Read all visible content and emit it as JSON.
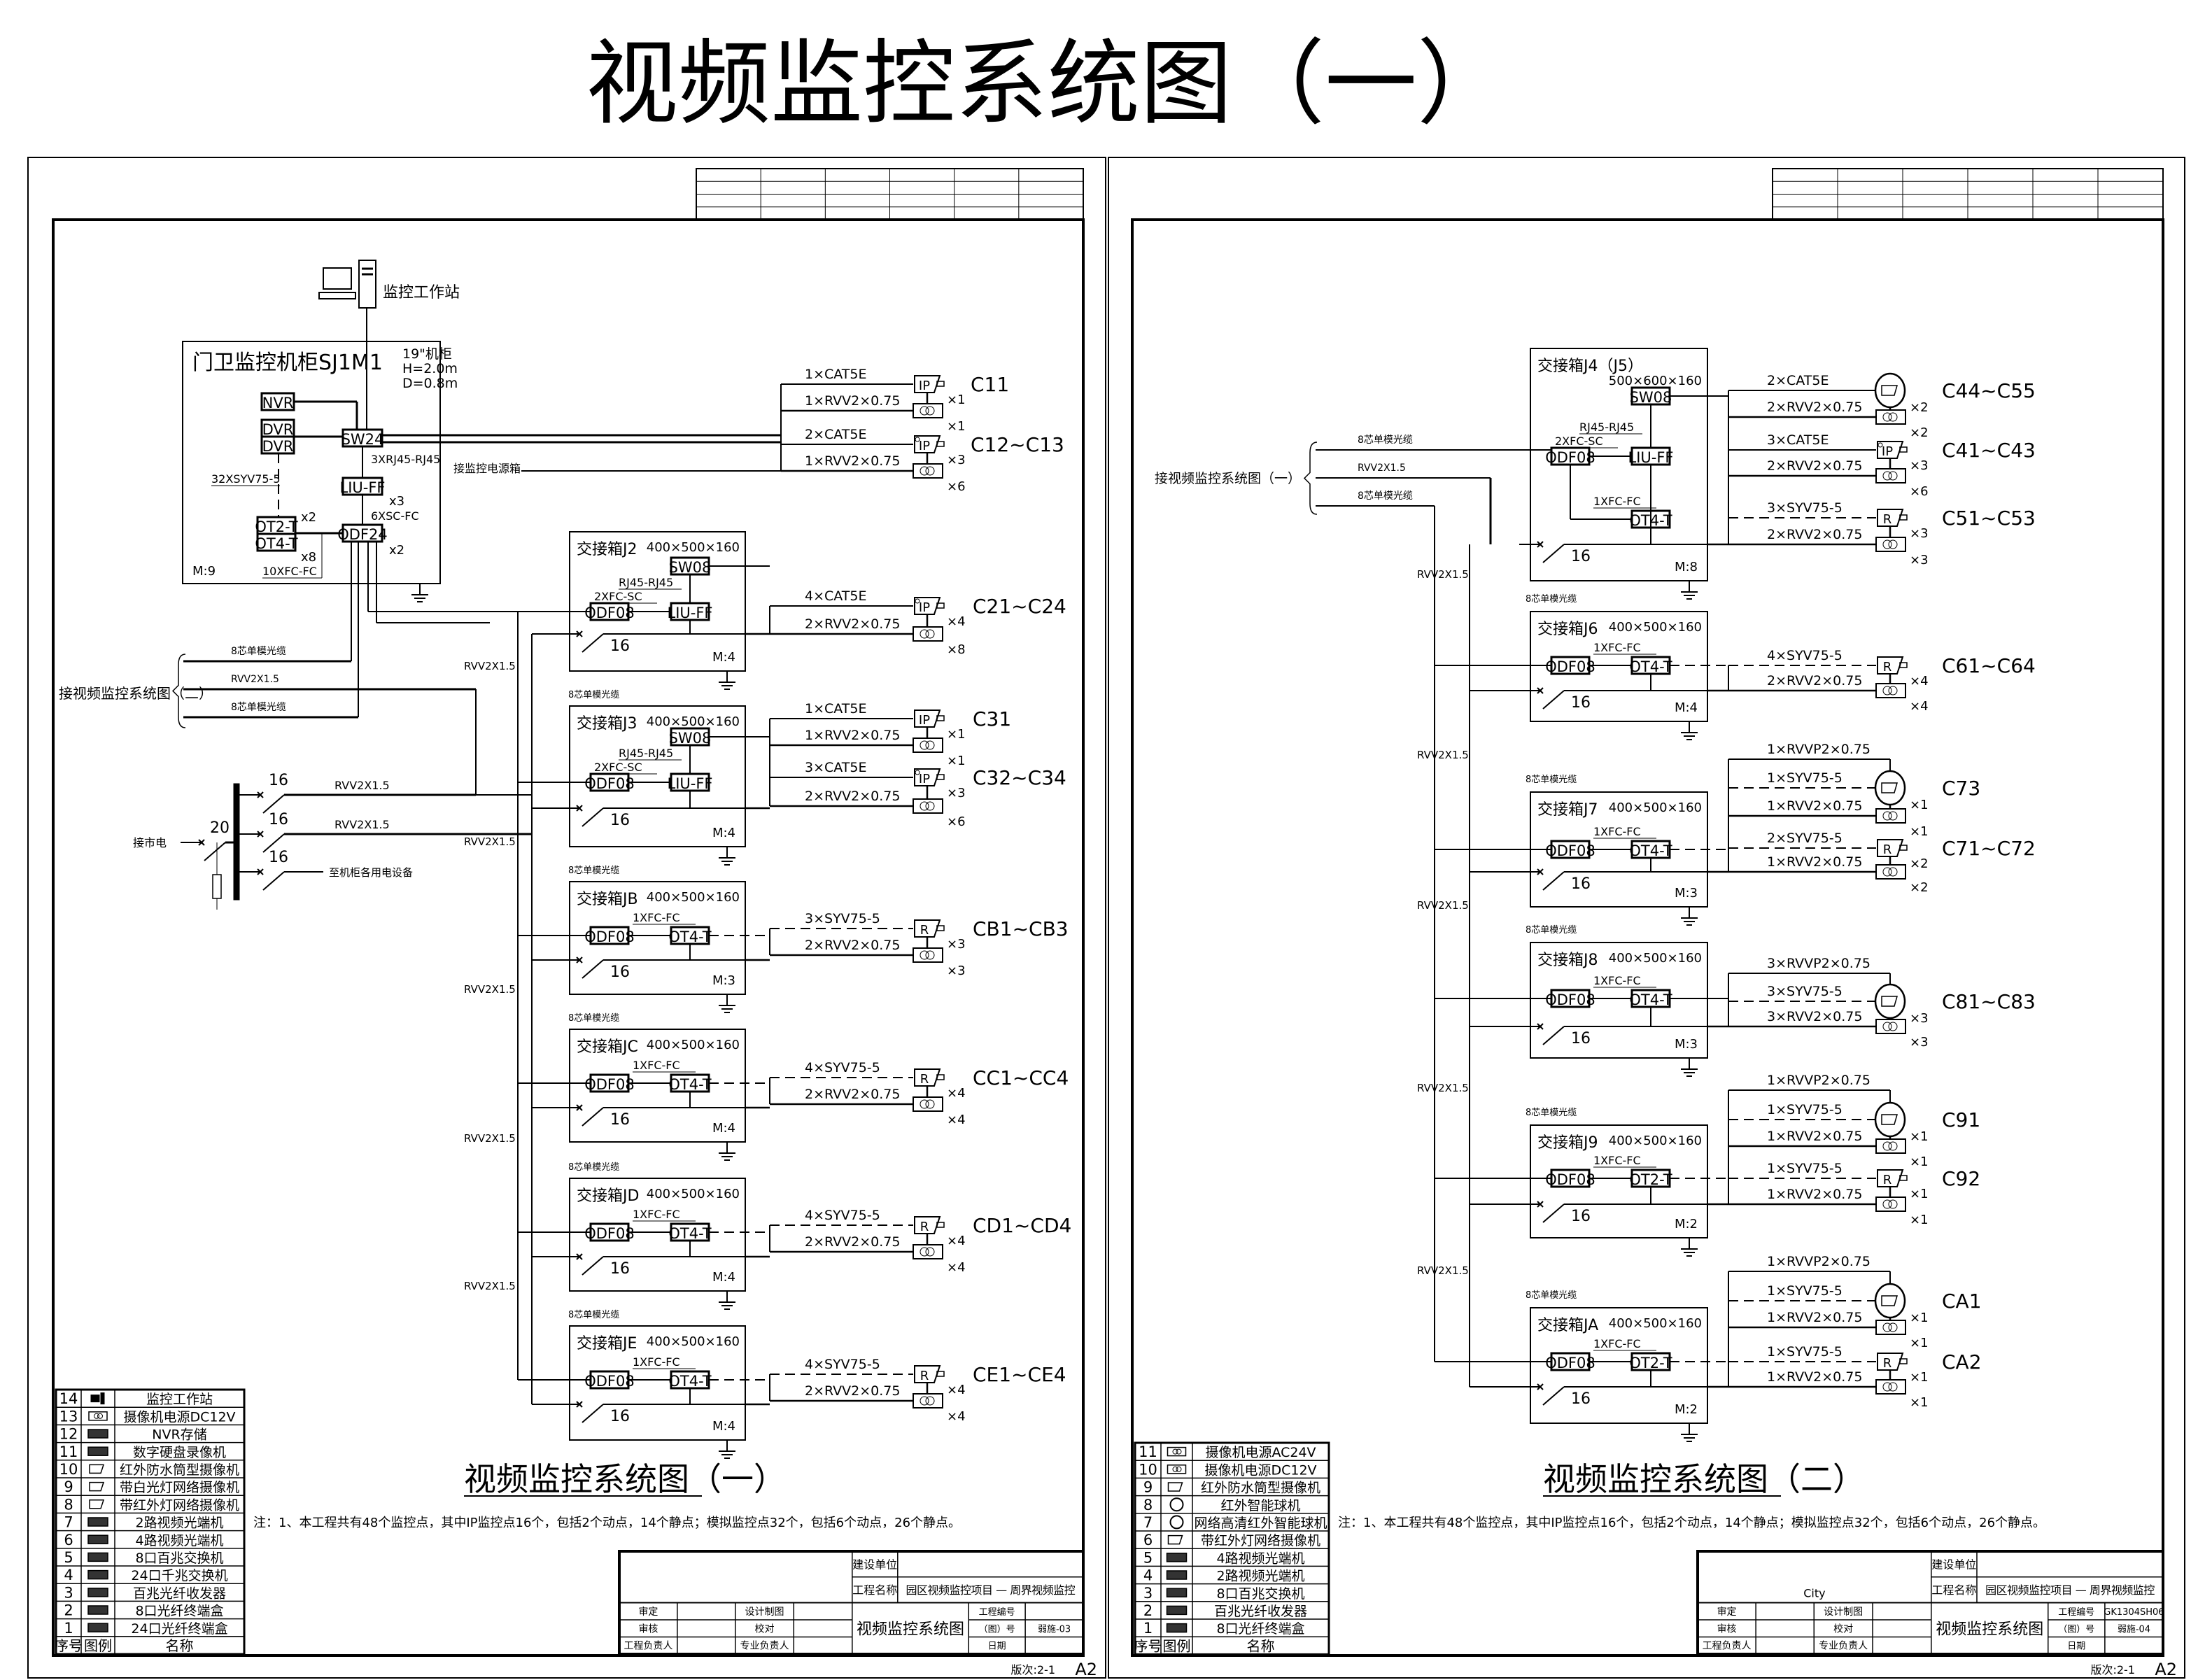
{
  "page_title": "视频监控系统图（一）",
  "colors": {
    "ink": "#000000",
    "paper": "#ffffff"
  },
  "symbols": {
    "ip": "IP",
    "r": "R"
  },
  "sheet1": {
    "workstation_label": "监控工作站",
    "cabinet": {
      "title": "门卫监控机柜SJ1M1",
      "spec": [
        "19\"机柜",
        "H=2.0m",
        "D=0.8m"
      ],
      "modules": {
        "nvr": "NVR",
        "dvr1": "DVR",
        "dvr2": "DVR",
        "sw": "SW24",
        "liu": "LIU-FF",
        "odf": "ODF24",
        "ot2": "OT2-T",
        "ot4": "OT4-T"
      },
      "notes": {
        "rj": "3XRJ45-RJ45",
        "liu_count": "x3",
        "sc": "6XSC-FC",
        "odf_count": "x2",
        "syv": "32XSYV75-5",
        "ot2_count": "x2",
        "ot4_count": "x8",
        "fc": "10XFC-FC",
        "m": "M:9"
      },
      "power_source": "接监控电源箱",
      "rows": [
        {
          "cable": "1×CAT5E",
          "kind": "ip",
          "count": "×1",
          "group": "C11"
        },
        {
          "cable": "1×RVV2×0.75",
          "kind": "power",
          "count": "×1"
        },
        {
          "cable": "2×CAT5E",
          "kind": "ip-ir",
          "count": "×3",
          "group": "C12~C13"
        },
        {
          "cable": "1×RVV2×0.75",
          "kind": "power",
          "count": "×6"
        }
      ]
    },
    "link": {
      "label": "接视频监控系统图（二）",
      "lines": [
        "8芯单模光缆",
        "RVV2X1.5",
        "8芯单模光缆"
      ]
    },
    "power_panel": {
      "mains": "接市电",
      "main_breaker": "20",
      "breakers": [
        "16",
        "16",
        "16"
      ],
      "feeders": [
        "RVV2X1.5",
        "RVV2X1.5",
        "至机柜各用电设备"
      ]
    },
    "trunk_labels": {
      "fiber": "8芯单模光缆",
      "power": "RVV2X1.5"
    },
    "boxes": [
      {
        "title": "交接箱J2",
        "size": "400×500×160",
        "modules": [
          "SW08",
          "ODF08",
          "LIU-FF"
        ],
        "annotations": [
          "RJ45-RJ45",
          "2XFC-SC"
        ],
        "breaker": "16",
        "m": "M:4",
        "rows": [
          {
            "cable": "4×CAT5E",
            "kind": "ip-ir",
            "count": "×4",
            "group": "C21~C24"
          },
          {
            "cable": "2×RVV2×0.75",
            "kind": "power",
            "count": "×8"
          }
        ]
      },
      {
        "title": "交接箱J3",
        "size": "400×500×160",
        "modules": [
          "SW08",
          "ODF08",
          "LIU-FF"
        ],
        "annotations": [
          "RJ45-RJ45",
          "2XFC-SC"
        ],
        "breaker": "16",
        "m": "M:4",
        "rows": [
          {
            "cable": "1×CAT5E",
            "kind": "ip",
            "count": "×1",
            "group": "C31"
          },
          {
            "cable": "1×RVV2×0.75",
            "kind": "power",
            "count": "×1"
          },
          {
            "cable": "3×CAT5E",
            "kind": "ip-ir",
            "count": "×3",
            "group": "C32~C34"
          },
          {
            "cable": "2×RVV2×0.75",
            "kind": "power",
            "count": "×6"
          }
        ]
      },
      {
        "title": "交接箱JB",
        "size": "400×500×160",
        "modules": [
          "ODF08",
          "OT4-T"
        ],
        "annotations": [
          "1XFC-FC"
        ],
        "breaker": "16",
        "m": "M:3",
        "rows": [
          {
            "cable": "3×SYV75-5",
            "kind": "r",
            "dashed": true,
            "count": "×3",
            "group": "CB1~CB3"
          },
          {
            "cable": "2×RVV2×0.75",
            "kind": "power",
            "count": "×3"
          }
        ]
      },
      {
        "title": "交接箱JC",
        "size": "400×500×160",
        "modules": [
          "ODF08",
          "OT4-T"
        ],
        "annotations": [
          "1XFC-FC"
        ],
        "breaker": "16",
        "m": "M:4",
        "rows": [
          {
            "cable": "4×SYV75-5",
            "kind": "r",
            "dashed": true,
            "count": "×4",
            "group": "CC1~CC4"
          },
          {
            "cable": "2×RVV2×0.75",
            "kind": "power",
            "count": "×4"
          }
        ]
      },
      {
        "title": "交接箱JD",
        "size": "400×500×160",
        "modules": [
          "ODF08",
          "OT4-T"
        ],
        "annotations": [
          "1XFC-FC"
        ],
        "breaker": "16",
        "m": "M:4",
        "rows": [
          {
            "cable": "4×SYV75-5",
            "kind": "r",
            "dashed": true,
            "count": "×4",
            "group": "CD1~CD4"
          },
          {
            "cable": "2×RVV2×0.75",
            "kind": "power",
            "count": "×4"
          }
        ]
      },
      {
        "title": "交接箱JE",
        "size": "400×500×160",
        "modules": [
          "ODF08",
          "OT4-T"
        ],
        "annotations": [
          "1XFC-FC"
        ],
        "breaker": "16",
        "m": "M:4",
        "rows": [
          {
            "cable": "4×SYV75-5",
            "kind": "r",
            "dashed": true,
            "count": "×4",
            "group": "CE1~CE4"
          },
          {
            "cable": "2×RVV2×0.75",
            "kind": "power",
            "count": "×4"
          }
        ]
      }
    ],
    "legend": {
      "headers": [
        "序号",
        "图例",
        "名称"
      ],
      "rows": [
        {
          "no": "14",
          "icon": "workstation-icon",
          "name": "监控工作站"
        },
        {
          "no": "13",
          "icon": "power-supply-icon",
          "name": "摄像机电源DC12V"
        },
        {
          "no": "12",
          "icon": "nvr-icon",
          "name": "NVR存储"
        },
        {
          "no": "11",
          "icon": "dvr-icon",
          "name": "数字硬盘录像机"
        },
        {
          "no": "10",
          "icon": "ir-bullet-camera-icon",
          "name": "红外防水筒型摄像机"
        },
        {
          "no": "9",
          "icon": "ip-camera-white-light-icon",
          "name": "带白光灯网络摄像机"
        },
        {
          "no": "8",
          "icon": "ip-camera-ir-icon",
          "name": "带红外灯网络摄像机"
        },
        {
          "no": "7",
          "icon": "ot2-t-icon",
          "name": "2路视频光端机"
        },
        {
          "no": "6",
          "icon": "ot4-t-icon",
          "name": "4路视频光端机"
        },
        {
          "no": "5",
          "icon": "sw08-icon",
          "name": "8口百兆交换机"
        },
        {
          "no": "4",
          "icon": "sw24-icon",
          "name": "24口千兆交换机"
        },
        {
          "no": "3",
          "icon": "liu-ff-icon",
          "name": "百兆光纤收发器"
        },
        {
          "no": "2",
          "icon": "odf08-icon",
          "name": "8口光纤终端盒"
        },
        {
          "no": "1",
          "icon": "odf24-icon",
          "name": "24口光纤终端盒"
        }
      ]
    },
    "sheet_title": "视频监控系统图（一）",
    "note": "注：1、本工程共有48个监控点，其中IP监控点16个，包括2个动点，14个静点；模拟监控点32个，包括6个动点，26个静点。",
    "title_block": {
      "owner_label": "建设单位",
      "owner": "",
      "project_label": "工程名称",
      "project": "园区视频监控项目 — 周界视频监控",
      "approve": "审定",
      "design": "设计制图",
      "review": "审核",
      "check": "校对",
      "pm": "工程负责人",
      "lead": "专业负责人",
      "drawing_name": "视频监控系统图",
      "project_no_label": "工程编号",
      "project_no": "",
      "drawing_no_label": "（图）号",
      "drawing_no": "弱施-03",
      "date_label": "日期",
      "company": ""
    },
    "version": "版次:2-1",
    "paper": "A2"
  },
  "sheet2": {
    "link": {
      "label": "接视频监控系统图（一）",
      "lines": [
        "8芯单模光缆",
        "RVV2X1.5",
        "8芯单模光缆"
      ]
    },
    "trunk_labels": {
      "fiber": "8芯单模光缆",
      "power": "RVV2X1.5"
    },
    "boxes": [
      {
        "title": "交接箱J4（J5）",
        "size": "500×600×160",
        "modules": [
          "SW08",
          "ODF08",
          "LIU-FF",
          "OT4-T"
        ],
        "annotations": [
          "RJ45-RJ45",
          "2XFC-SC",
          "1XFC-FC"
        ],
        "breaker": "16",
        "m": "M:8",
        "rows": [
          {
            "cable": "2×CAT5E",
            "kind": "dome",
            "count": "×2",
            "group": "C44~C55"
          },
          {
            "cable": "2×RVV2×0.75",
            "kind": "power",
            "count": "×2"
          },
          {
            "cable": "3×CAT5E",
            "kind": "ip-ir",
            "count": "×3",
            "group": "C41~C43"
          },
          {
            "cable": "2×RVV2×0.75",
            "kind": "power",
            "count": "×6"
          },
          {
            "cable": "3×SYV75-5",
            "kind": "r",
            "dashed": true,
            "count": "×3",
            "group": "C51~C53"
          },
          {
            "cable": "2×RVV2×0.75",
            "kind": "power",
            "count": "×3"
          }
        ]
      },
      {
        "title": "交接箱J6",
        "size": "400×500×160",
        "modules": [
          "ODF08",
          "OT4-T"
        ],
        "annotations": [
          "1XFC-FC"
        ],
        "breaker": "16",
        "m": "M:4",
        "rows": [
          {
            "cable": "4×SYV75-5",
            "kind": "r",
            "dashed": true,
            "count": "×4",
            "group": "C61~C64"
          },
          {
            "cable": "2×RVV2×0.75",
            "kind": "power",
            "count": "×4"
          }
        ]
      },
      {
        "title": "交接箱J7",
        "size": "400×500×160",
        "modules": [
          "ODF08",
          "OT4-T"
        ],
        "annotations": [
          "1XFC-FC"
        ],
        "breaker": "16",
        "m": "M:3",
        "rows": [
          {
            "cable": "1×RVVP2×0.75",
            "kind": "feed"
          },
          {
            "cable": "1×SYV75-5",
            "kind": "dome",
            "dashed": true,
            "count": "×1",
            "group": "C73"
          },
          {
            "cable": "1×RVV2×0.75",
            "kind": "power",
            "count": "×1"
          },
          {
            "cable": "2×SYV75-5",
            "kind": "r",
            "dashed": true,
            "count": "×2",
            "group": "C71~C72"
          },
          {
            "cable": "1×RVV2×0.75",
            "kind": "power",
            "count": "×2"
          }
        ]
      },
      {
        "title": "交接箱J8",
        "size": "400×500×160",
        "modules": [
          "ODF08",
          "OT4-T"
        ],
        "annotations": [
          "1XFC-FC"
        ],
        "breaker": "16",
        "m": "M:3",
        "rows": [
          {
            "cable": "3×RVVP2×0.75",
            "kind": "feed"
          },
          {
            "cable": "3×SYV75-5",
            "kind": "dome",
            "dashed": true,
            "count": "×3",
            "group": "C81~C83"
          },
          {
            "cable": "3×RVV2×0.75",
            "kind": "power",
            "count": "×3"
          }
        ]
      },
      {
        "title": "交接箱J9",
        "size": "400×500×160",
        "modules": [
          "ODF08",
          "OT2-T"
        ],
        "annotations": [
          "1XFC-FC"
        ],
        "breaker": "16",
        "m": "M:2",
        "rows": [
          {
            "cable": "1×RVVP2×0.75",
            "kind": "feed"
          },
          {
            "cable": "1×SYV75-5",
            "kind": "dome",
            "dashed": true,
            "count": "×1",
            "group": "C91"
          },
          {
            "cable": "1×RVV2×0.75",
            "kind": "power",
            "count": "×1"
          },
          {
            "cable": "1×SYV75-5",
            "kind": "r",
            "dashed": true,
            "count": "×1",
            "group": "C92"
          },
          {
            "cable": "1×RVV2×0.75",
            "kind": "power",
            "count": "×1"
          }
        ]
      },
      {
        "title": "交接箱JA",
        "size": "400×500×160",
        "modules": [
          "ODF08",
          "OT2-T"
        ],
        "annotations": [
          "1XFC-FC"
        ],
        "breaker": "16",
        "m": "M:2",
        "rows": [
          {
            "cable": "1×RVVP2×0.75",
            "kind": "feed"
          },
          {
            "cable": "1×SYV75-5",
            "kind": "dome",
            "dashed": true,
            "count": "×1",
            "group": "CA1"
          },
          {
            "cable": "1×RVV2×0.75",
            "kind": "power",
            "count": "×1"
          },
          {
            "cable": "1×SYV75-5",
            "kind": "r",
            "dashed": true,
            "count": "×1",
            "group": "CA2"
          },
          {
            "cable": "1×RVV2×0.75",
            "kind": "power",
            "count": "×1"
          }
        ]
      }
    ],
    "legend": {
      "headers": [
        "序号",
        "图例",
        "名称"
      ],
      "rows": [
        {
          "no": "11",
          "icon": "power-ac-icon",
          "name": "摄像机电源AC24V"
        },
        {
          "no": "10",
          "icon": "power-dc-icon",
          "name": "摄像机电源DC12V"
        },
        {
          "no": "9",
          "icon": "ir-bullet-camera-icon",
          "name": "红外防水筒型摄像机"
        },
        {
          "no": "8",
          "icon": "ir-dome-icon",
          "name": "红外智能球机"
        },
        {
          "no": "7",
          "icon": "hd-ir-dome-icon",
          "name": "网络高清红外智能球机"
        },
        {
          "no": "6",
          "icon": "ip-camera-ir-icon",
          "name": "带红外灯网络摄像机"
        },
        {
          "no": "5",
          "icon": "ot4-t-icon",
          "name": "4路视频光端机"
        },
        {
          "no": "4",
          "icon": "ot2-t-icon",
          "name": "2路视频光端机"
        },
        {
          "no": "3",
          "icon": "sw08-icon",
          "name": "8口百兆交换机"
        },
        {
          "no": "2",
          "icon": "liu-ff-icon",
          "name": "百兆光纤收发器"
        },
        {
          "no": "1",
          "icon": "odf08-icon",
          "name": "8口光纤终端盒"
        }
      ]
    },
    "sheet_title": "视频监控系统图（二）",
    "note": "注：1、本工程共有48个监控点，其中IP监控点16个，包括2个动点，14个静点；模拟监控点32个，包括6个动点，26个静点。",
    "title_block": {
      "owner_label": "建设单位",
      "owner": "",
      "project_label": "工程名称",
      "project": "园区视频监控项目 — 周界视频监控",
      "approve": "审定",
      "design": "设计制图",
      "review": "审核",
      "check": "校对",
      "pm": "工程负责人",
      "lead": "专业负责人",
      "drawing_name": "视频监控系统图",
      "project_no_label": "工程编号",
      "project_no": "GK1304SH06",
      "drawing_no_label": "（图）号",
      "drawing_no": "弱施-04",
      "date_label": "日期",
      "company": "City"
    },
    "version": "版次:2-1",
    "paper": "A2"
  }
}
